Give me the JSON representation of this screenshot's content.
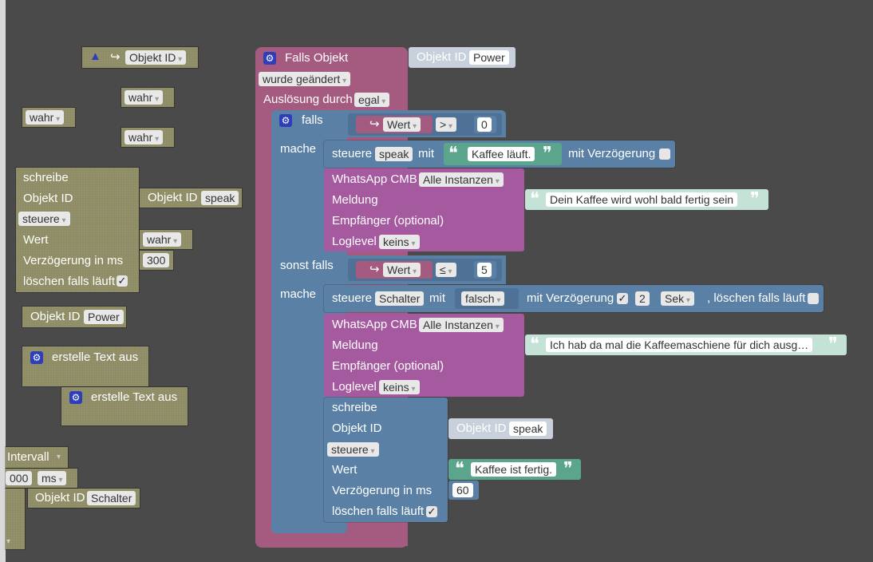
{
  "loose": {
    "warn_icon": "warning-icon",
    "arrow_glyph": "↪",
    "objekt_id": "Objekt ID",
    "wahr": "wahr",
    "schreibe": "schreibe",
    "steuere": "steuere",
    "wert": "Wert",
    "verzoegerung": "Verzögerung in ms",
    "delay_val": "300",
    "loeschen": "löschen falls läuft",
    "speak": "speak",
    "power": "Power",
    "erstelle": "erstelle Text aus",
    "intervall": "Intervall",
    "num_000": "000",
    "ms": "ms",
    "schalter": "Schalter"
  },
  "main": {
    "falls_objekt": "Falls Objekt",
    "objekt_id": "Objekt ID",
    "power": "Power",
    "wurde_geaendert": "wurde geändert",
    "ausloesung": "Auslösung durch",
    "egal": "egal",
    "falls": "falls",
    "wert": "Wert",
    "gt": ">",
    "zero": "0",
    "mache": "mache",
    "steuere": "steuere",
    "speak": "speak",
    "mit": "mit",
    "kaffee_laeuft": "Kaffee läuft.",
    "mit_verzoegerung": "mit Verzögerung",
    "whatsapp": "WhatsApp CMB",
    "alle_instanzen": "Alle Instanzen",
    "meldung": "Meldung",
    "msg1": "Dein Kaffee wird wohl bald fertig sein",
    "empfaenger": "Empfänger (optional)",
    "loglevel": "Loglevel",
    "keins": "keins",
    "sonst_falls": "sonst falls",
    "le": "≤",
    "five": "5",
    "schalter": "Schalter",
    "falsch": "falsch",
    "two": "2",
    "sek": "Sek",
    "loeschen_tail": ", löschen falls läuft",
    "msg2": "Ich hab da mal die Kaffeemaschiene für dich ausg…",
    "schreibe": "schreibe",
    "objekt_id_label": "Objekt ID",
    "steuere_dd": "steuere",
    "kaffee_fertig": "Kaffee ist fertig.",
    "verzoegerung_ms": "Verzögerung in ms",
    "sixty": "60",
    "loeschen": "löschen falls läuft",
    "check": "✓",
    "quote_open": "❝",
    "quote_close": "❞"
  },
  "colors": {
    "workspace": "#4a4a4a",
    "olive": "#8d8c64",
    "blue": "#5b80a5",
    "magenta": "#a5599e",
    "pink": "#a55b80",
    "green": "#5ba58c"
  }
}
